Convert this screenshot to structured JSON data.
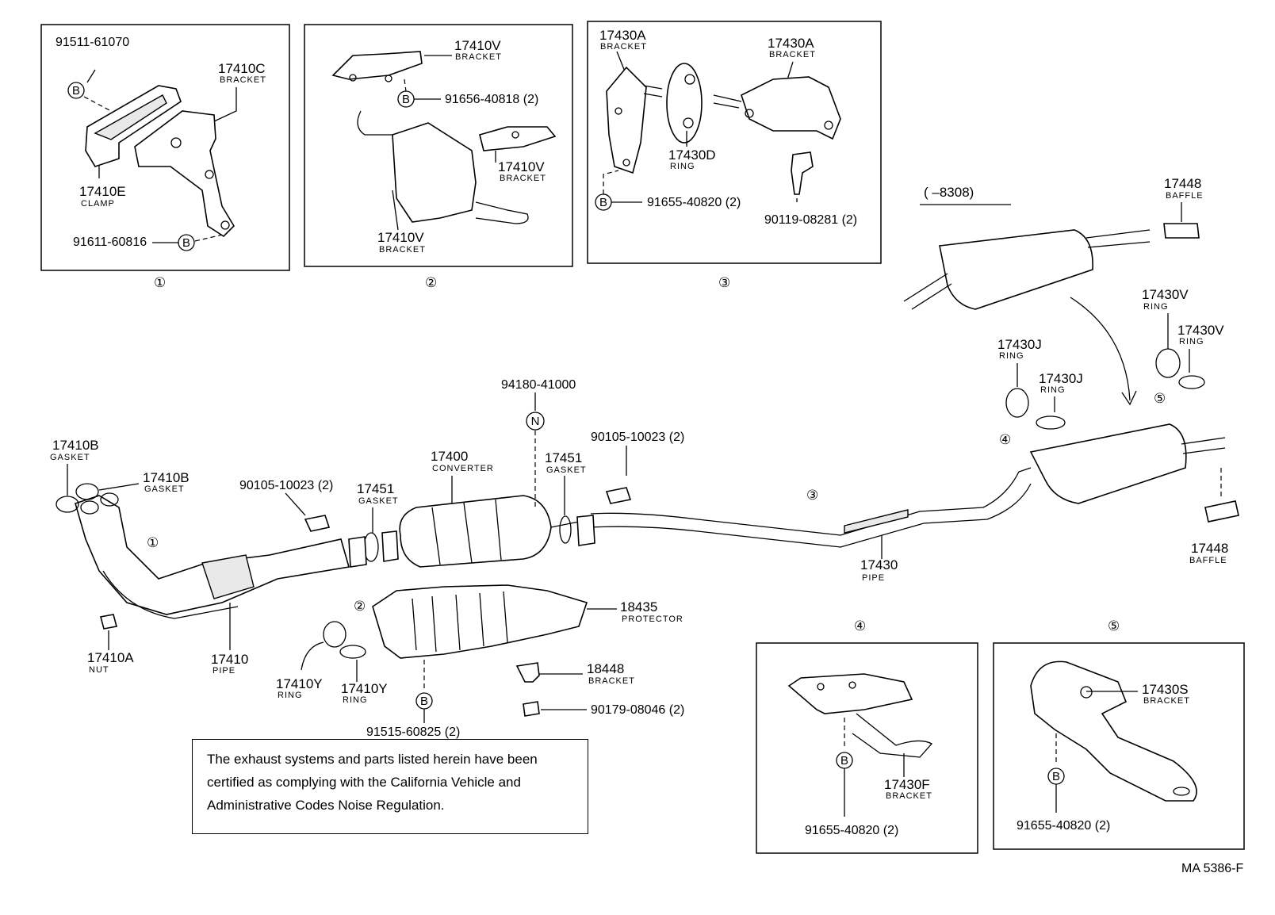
{
  "panels": {
    "p1": {
      "label": "①",
      "parts": [
        {
          "no": "91511-61070",
          "name": ""
        },
        {
          "no": "17410C",
          "name": "BRACKET"
        },
        {
          "no": "17410E",
          "name": "CLAMP"
        },
        {
          "no": "91611-60816",
          "name": ""
        }
      ]
    },
    "p2": {
      "label": "②",
      "parts": [
        {
          "no": "17410V",
          "name": "BRACKET"
        },
        {
          "no": "91656-40818 (2)",
          "name": ""
        },
        {
          "no": "17410V",
          "name": "BRACKET"
        },
        {
          "no": "17410V",
          "name": "BRACKET"
        }
      ]
    },
    "p3": {
      "label": "③",
      "parts": [
        {
          "no": "17430A",
          "name": "BRACKET"
        },
        {
          "no": "17430A",
          "name": "BRACKET"
        },
        {
          "no": "17430D",
          "name": "RING"
        },
        {
          "no": "91655-40820 (2)",
          "name": ""
        },
        {
          "no": "90119-08281 (2)",
          "name": ""
        }
      ]
    },
    "p4": {
      "label": "④",
      "parts": [
        {
          "no": "17430F",
          "name": "BRACKET"
        },
        {
          "no": "91655-40820 (2)",
          "name": ""
        }
      ]
    },
    "p5": {
      "label": "⑤",
      "parts": [
        {
          "no": "17430S",
          "name": "BRACKET"
        },
        {
          "no": "91655-40820 (2)",
          "name": ""
        }
      ]
    }
  },
  "bolt_symbol": "B",
  "nut_symbol": "N",
  "main": {
    "muffler_note": "(      –8308)",
    "parts": [
      {
        "no": "17410B",
        "name": "GASKET"
      },
      {
        "no": "17410B",
        "name": "GASKET"
      },
      {
        "no": "90105-10023 (2)",
        "name": ""
      },
      {
        "no": "17451",
        "name": "GASKET"
      },
      {
        "no": "17400",
        "name": "CONVERTER"
      },
      {
        "no": "94180-41000",
        "name": ""
      },
      {
        "no": "17451",
        "name": "GASKET"
      },
      {
        "no": "90105-10023 (2)",
        "name": ""
      },
      {
        "no": "17410A",
        "name": "NUT"
      },
      {
        "no": "17410",
        "name": "PIPE"
      },
      {
        "no": "17410Y",
        "name": "RING"
      },
      {
        "no": "17410Y",
        "name": "RING"
      },
      {
        "no": "18435",
        "name": "PROTECTOR"
      },
      {
        "no": "18448",
        "name": "BRACKET"
      },
      {
        "no": "90179-08046 (2)",
        "name": ""
      },
      {
        "no": "91515-60825 (2)",
        "name": ""
      },
      {
        "no": "17430",
        "name": "PIPE"
      },
      {
        "no": "17448",
        "name": "BAFFLE"
      },
      {
        "no": "17448",
        "name": "BAFFLE"
      },
      {
        "no": "17430V",
        "name": "RING"
      },
      {
        "no": "17430V",
        "name": "RING"
      },
      {
        "no": "17430J",
        "name": "RING"
      },
      {
        "no": "17430J",
        "name": "RING"
      }
    ],
    "callouts": {
      "c1": "①",
      "c2": "②",
      "c3": "③",
      "c4": "④",
      "c5": "⑤"
    }
  },
  "note": {
    "line1": "The exhaust systems and parts listed herein have been",
    "line2": "certified as complying with the California Vehicle and",
    "line3": "Administrative Codes Noise Regulation."
  },
  "figure_code": "MA  5386-F"
}
